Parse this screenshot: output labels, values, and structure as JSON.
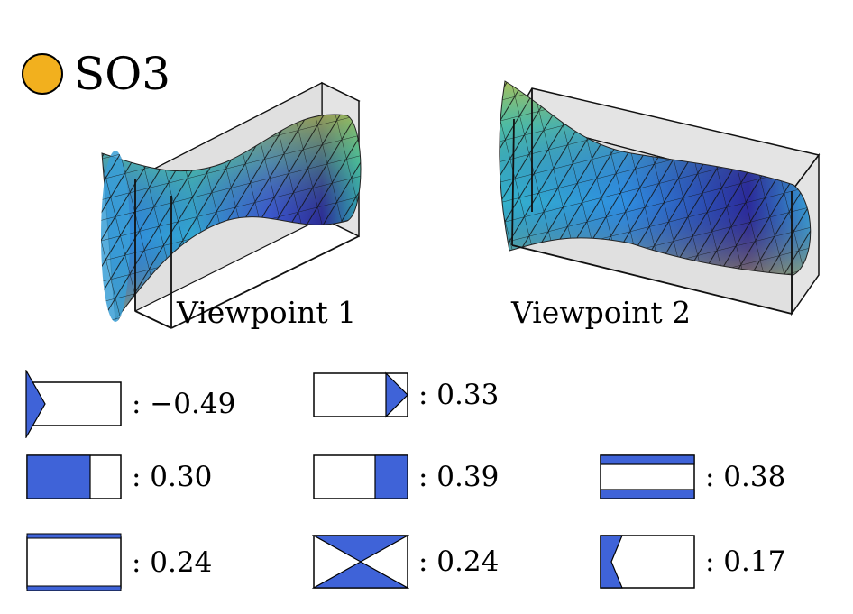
{
  "header": {
    "title": "SO3",
    "marker_color": "#f2b01e"
  },
  "viewpoints": [
    {
      "label": "Viewpoint 1"
    },
    {
      "label": "Viewpoint 2"
    }
  ],
  "legend": [
    {
      "shape": "arrow-left",
      "value": ": −0.49"
    },
    {
      "shape": "arrow-right",
      "value": ": 0.33"
    },
    {
      "shape": "block-left",
      "value": ": 0.30"
    },
    {
      "shape": "block-right",
      "value": ": 0.39"
    },
    {
      "shape": "stripes-thick",
      "value": ": 0.38"
    },
    {
      "shape": "stripes-thin",
      "value": ": 0.24"
    },
    {
      "shape": "hourglass",
      "value": ": 0.24"
    },
    {
      "shape": "notch-left",
      "value": ": 0.17"
    }
  ],
  "colors": {
    "accent": "#3f63d8",
    "mesh_low": "#3a1f8a",
    "mesh_mid": "#2fa6c8",
    "mesh_high": "#e9c32a",
    "box_fill": "#e4e4e4"
  }
}
